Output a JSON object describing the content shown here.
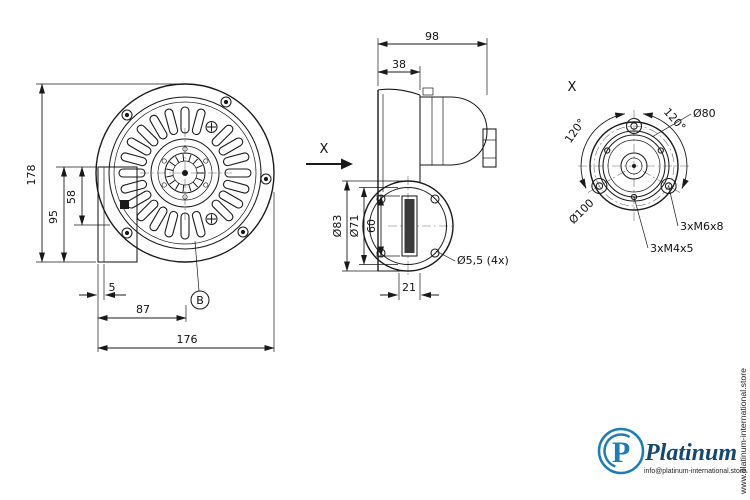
{
  "drawing": {
    "front_view": {
      "dim_height_total": "178",
      "dim_height_95": "95",
      "dim_height_58": "58",
      "dim_offset_5": "5",
      "dim_width_87": "87",
      "dim_width_total": "176",
      "balloon_b": "B"
    },
    "side_view": {
      "dim_depth_total": "98",
      "dim_depth_38": "38",
      "dim_flange_outer": "Ø83",
      "dim_flange_inner": "Ø71",
      "dim_60": "60",
      "dim_21": "21",
      "holes_note": "Ø5,5 (4x)",
      "view_direction_label": "X"
    },
    "view_x": {
      "title": "X",
      "angle_left": "120°",
      "angle_right": "120°",
      "dim_bolt_circle_80": "Ø80",
      "dim_bolt_circle_100": "Ø100",
      "thread_note_m6": "3xM6x8",
      "thread_note_m4": "3xM4x5"
    }
  },
  "branding": {
    "logo_letter": "P",
    "brand_name": "Platinum",
    "email": "info@platinum-international.store",
    "website": "www.platinum-international.store"
  },
  "colors": {
    "line": "#1a1a1a",
    "brand_blue": "#1d7db8",
    "brand_navy": "#14486e"
  }
}
